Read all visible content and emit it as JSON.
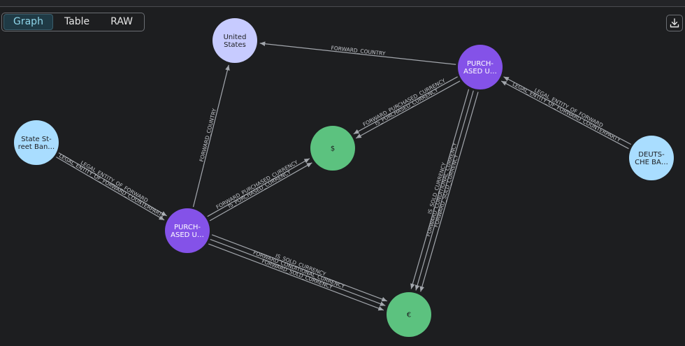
{
  "tabs": [
    {
      "label": "Graph",
      "active": true
    },
    {
      "label": "Table",
      "active": false
    },
    {
      "label": "RAW",
      "active": false
    }
  ],
  "toolbar": {
    "download_icon": "download-icon"
  },
  "colors": {
    "node_country": "#c7cbff",
    "node_entity": "#a9ddff",
    "node_purchase": "#8452e8",
    "node_currency": "#5cc27f",
    "edge": "#a3a7ad",
    "background": "#1d1e20"
  },
  "graph": {
    "nodes": [
      {
        "id": "us",
        "lines": [
          "United",
          "States"
        ],
        "kind": "country"
      },
      {
        "id": "ssb",
        "lines": [
          "State St-",
          "reet Ban…"
        ],
        "kind": "entity"
      },
      {
        "id": "usd",
        "lines": [
          "$"
        ],
        "kind": "currency"
      },
      {
        "id": "pu_top",
        "lines": [
          "PURCH-",
          "ASED U…"
        ],
        "kind": "purchase"
      },
      {
        "id": "db",
        "lines": [
          "DEUTS-",
          "CHE BA…"
        ],
        "kind": "entity"
      },
      {
        "id": "pu_left",
        "lines": [
          "PURCH-",
          "ASED U…"
        ],
        "kind": "purchase"
      },
      {
        "id": "eur",
        "lines": [
          "€"
        ],
        "kind": "currency"
      }
    ],
    "edges": [
      {
        "from": "pu_top",
        "to": "us",
        "label": "FORWARD_COUNTRY"
      },
      {
        "from": "pu_top",
        "to": "usd",
        "label": "IS_PURCHASED_CURRENCY"
      },
      {
        "from": "pu_top",
        "to": "usd",
        "label": "FORWARD_PURCHASED_CURRENCY"
      },
      {
        "from": "db",
        "to": "pu_top",
        "label": "LEGAL_ENTITY_OF_FORWARD_COUNTERPARTY"
      },
      {
        "from": "db",
        "to": "pu_top",
        "label": "LEGAL_ENTITY_OF_FORWARD"
      },
      {
        "from": "pu_top",
        "to": "eur",
        "label": "FORWARD_SOLD_CURRENCY"
      },
      {
        "from": "pu_top",
        "to": "eur",
        "label": "FORWARD_CONDITIONAL_CURRENCY"
      },
      {
        "from": "pu_top",
        "to": "eur",
        "label": "IS_SOLD_CURRENCY"
      },
      {
        "from": "ssb",
        "to": "pu_left",
        "label": "LEGAL_ENTITY_OF_FORWARD"
      },
      {
        "from": "ssb",
        "to": "pu_left",
        "label": "LEGAL_ENTITY_OF_FORWARD_COUNTERPARTY"
      },
      {
        "from": "pu_left",
        "to": "us",
        "label": "FORWARD_COUNTRY"
      },
      {
        "from": "pu_left",
        "to": "usd",
        "label": "FORWARD_PURCHASED_CURRENCY"
      },
      {
        "from": "pu_left",
        "to": "usd",
        "label": "IS_PURCHASED_CURRENCY"
      },
      {
        "from": "pu_left",
        "to": "eur",
        "label": "IS_SOLD_CURRENCY"
      },
      {
        "from": "pu_left",
        "to": "eur",
        "label": "FORWARD_CONDITIONAL_CURRENCY"
      },
      {
        "from": "pu_left",
        "to": "eur",
        "label": "FORWARD_SOLD_CURRENCY"
      }
    ]
  }
}
